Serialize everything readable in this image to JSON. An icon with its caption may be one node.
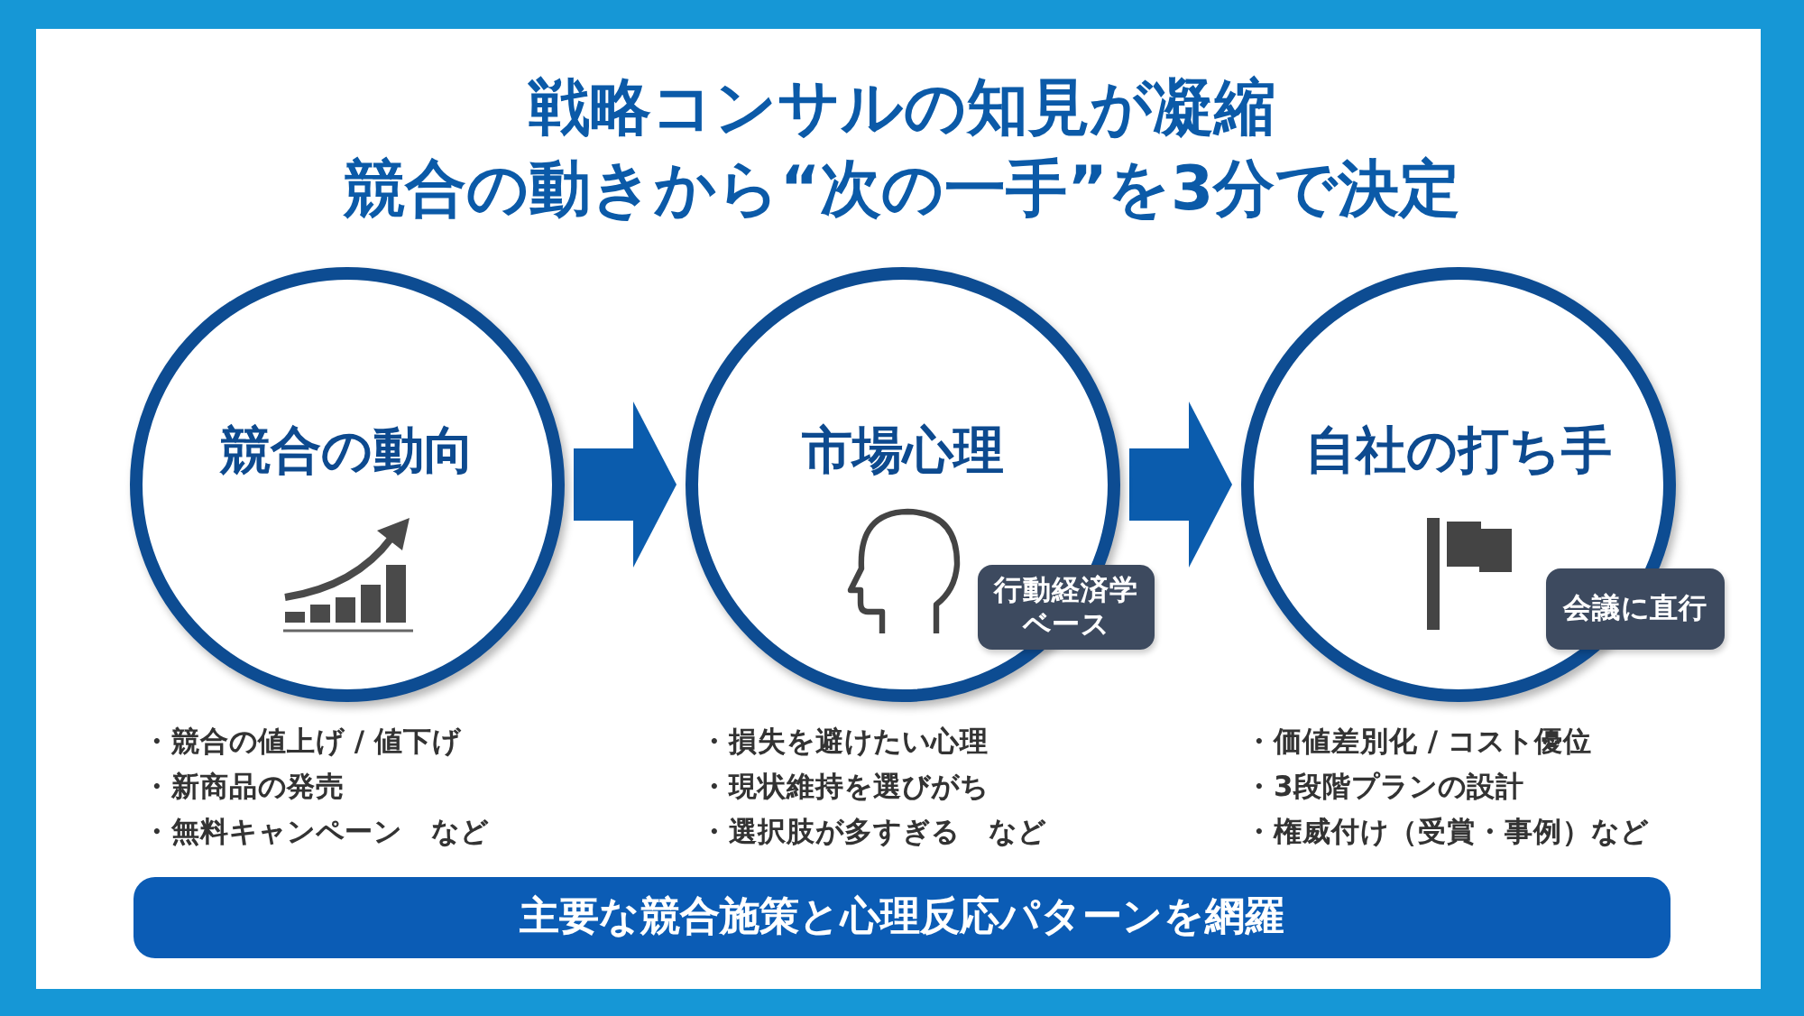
{
  "diagram": {
    "title": "戦略コンサルの知見が凝縮競合の動きから“次の一手”を3分で決定",
    "nodes": [
      {
        "text": [
          "競合の動向"
        ],
        "beside": [
          "・競合の値上げ / 値下げ",
          "・新商品の発売",
          "・無料キャンペーン　など"
        ]
      },
      {
        "text": [
          "市場心理"
        ],
        "beside": [
          "・損失を避けたい心理",
          "・現状維持を選びがち",
          "・選択肢が多すぎる　など"
        ]
      },
      {
        "text": [
          "行動経済学ベース"
        ]
      },
      {
        "text": [
          "自社の打ち手"
        ],
        "beside": [
          "・価値差別化 / コスト優位",
          "・3段階プランの設計",
          "・権威付け（受賞・事例）など"
        ]
      },
      {
        "text": [
          "会議に直行"
        ]
      },
      {
        "text": [
          "主要な競合施策と心理反応パターンを網羅"
        ]
      }
    ],
    "edges": [
      {
        "from": 0,
        "to": 1,
        "arrow": "to"
      },
      {
        "from": 1,
        "to": 3,
        "arrow": "to"
      }
    ]
  }
}
